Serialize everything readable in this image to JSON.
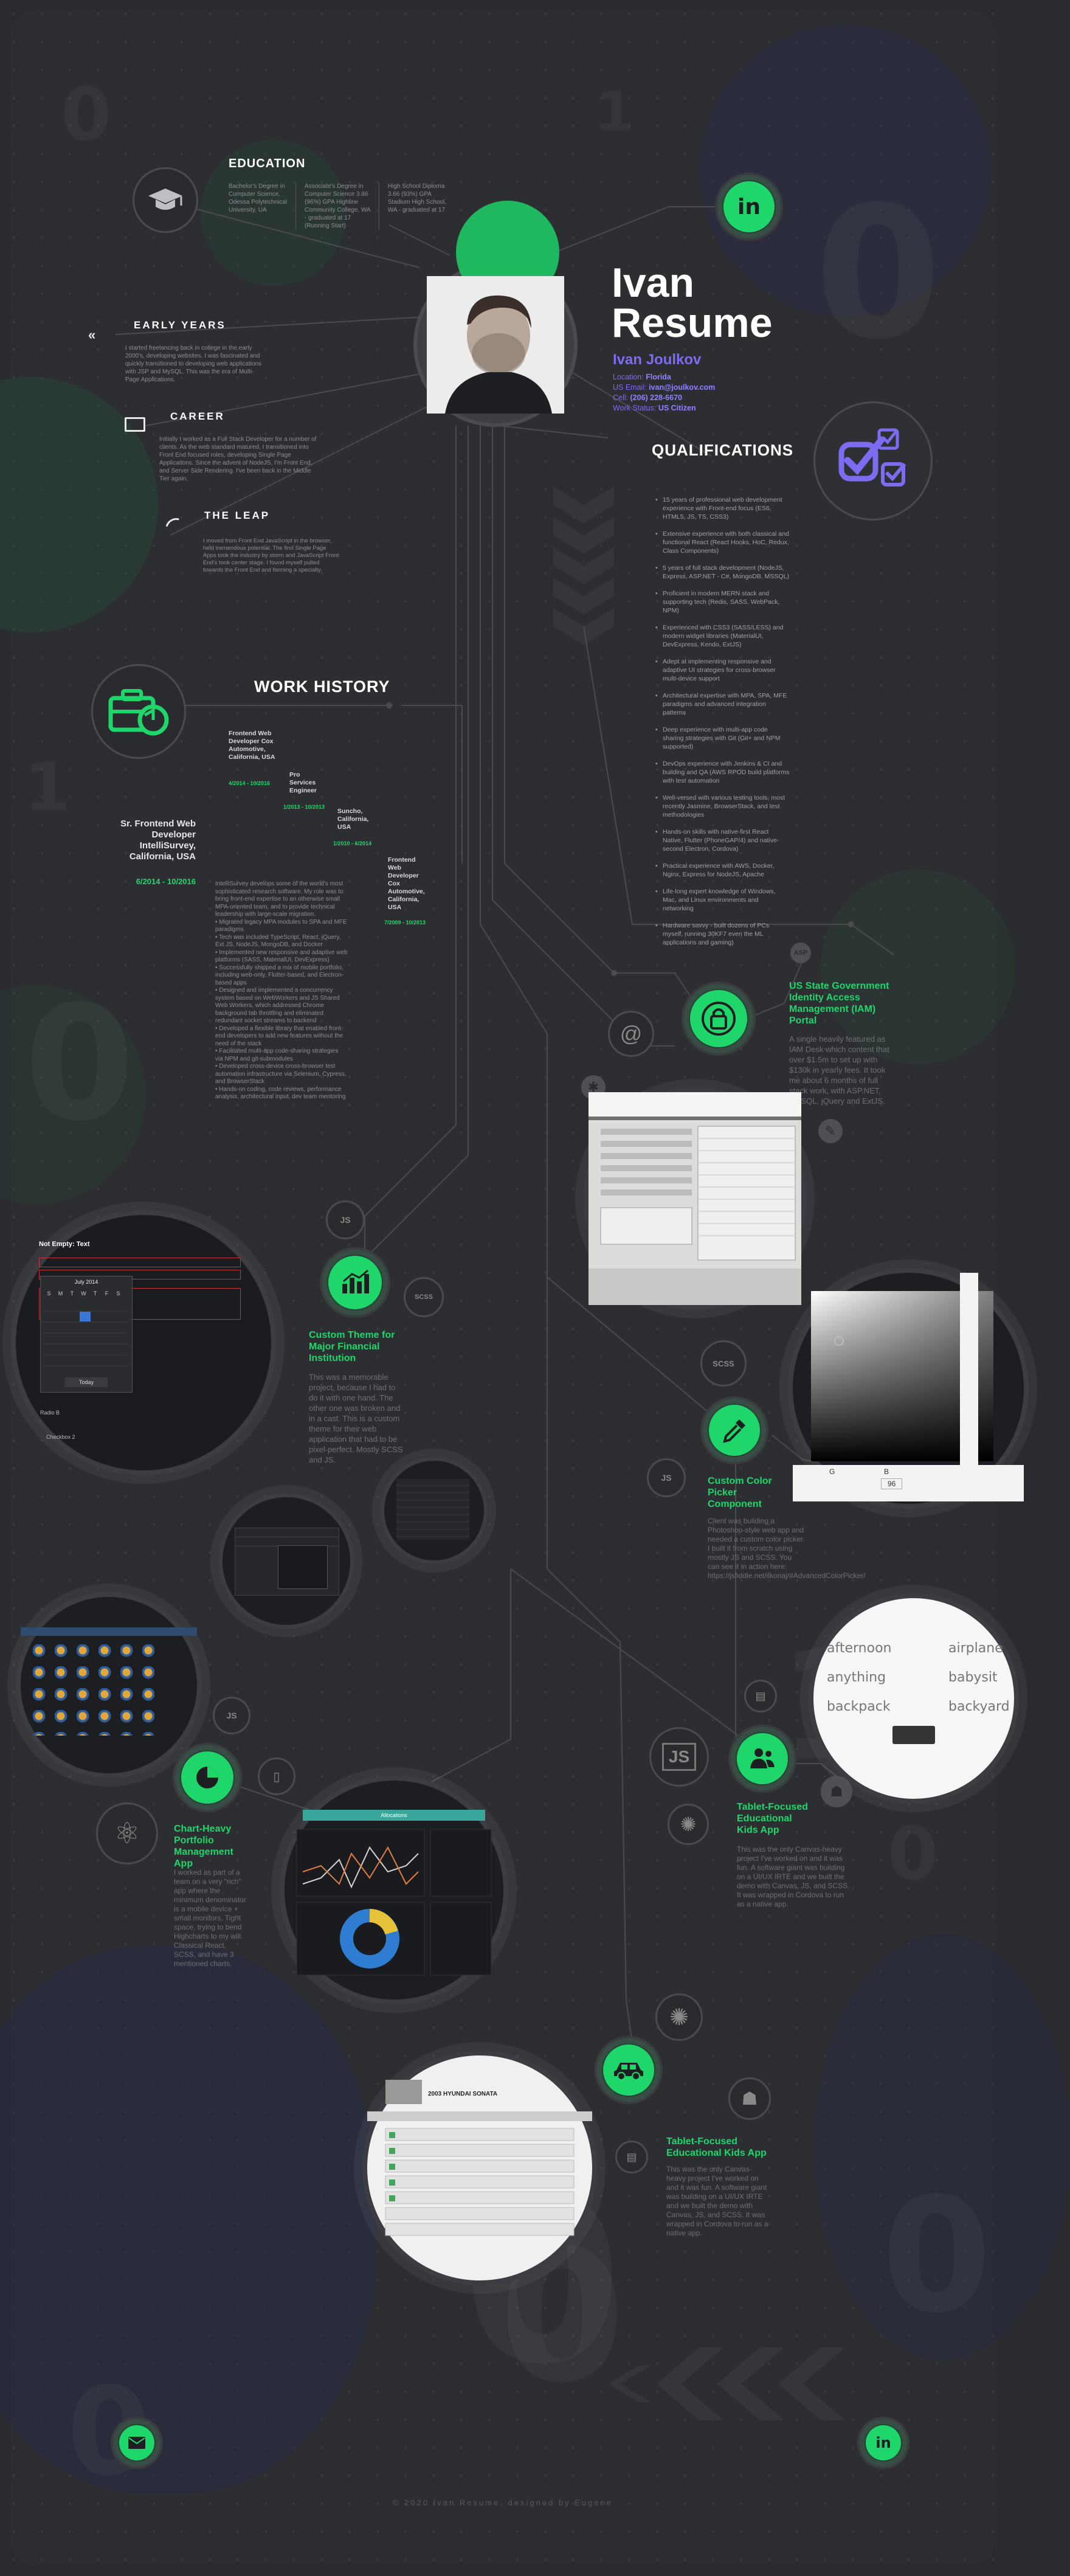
{
  "header": {
    "name_line1": "Ivan",
    "name_line2": "Resume",
    "full_name": "Ivan Joulkov",
    "location_label": "Location:",
    "location_value": "Florida",
    "email_label": "US Email:",
    "email_value": "ivan@joulkov.com",
    "cell_label": "Cell:",
    "cell_value": "(206) 228-6670",
    "work_status_label": "Work Status:",
    "work_status_value": "US Citizen"
  },
  "education": {
    "title": "EDUCATION",
    "items": [
      "Bachelor's Degree in Computer Science, Odessa Polytechnical University, UA",
      "Associate's Degree in Computer Science 3.86 (96%) GPA Highline Community College, WA - graduated at 17 (Running Start)",
      "High School Diploma 3.66 (93%) GPA Stadium High School, WA - graduated at 17"
    ]
  },
  "early_years": {
    "title": "EARLY YEARS",
    "text": "I started freelancing back in college in the early 2000's, developing websites. I was fascinated and quickly transitioned to developing web applications with JSP and MySQL. This was the era of Multi-Page Applications."
  },
  "career": {
    "title": "CAREER",
    "text": "Initially I worked as a Full Stack Developer for a number of clients. As the web standard matured, I transitioned into Front End focused roles, developing Single Page Applications. Since the advent of NodeJS, I'm Front End, and Server Side Rendering. I've been back in the Middle Tier again."
  },
  "the_leap": {
    "title": "THE LEAP",
    "text": "I moved from Front End JavaScript in the browser, held tremendous potential. The first Single Page Apps took the industry by storm and JavaScript Front End's took center stage. I found myself pulled towards the Front End and forming a specialty."
  },
  "work_history": {
    "title": "WORK HISTORY",
    "current_role": "Sr. Frontend Web Developer",
    "current_company": "IntelliSurvey,",
    "current_location": "California, USA",
    "current_dates": "6/2014 - 10/2016",
    "jobs": [
      {
        "title": "Frontend Web Developer Cox Automotive, California, USA",
        "dates": "4/2014 - 10/2016"
      },
      {
        "title": "Pro Services Engineer",
        "dates": "1/2013 - 10/2013"
      },
      {
        "title": "Suncho, California, USA",
        "dates": "1/2010 - 6/2014"
      },
      {
        "title": "Frontend Web Developer Cox Automotive, California, USA",
        "dates": "7/2009 - 10/2013"
      }
    ],
    "details": "IntelliSurvey develops some of the world's most sophisticated research software. My role was to bring front-end expertise to an otherwise small MPA-oriented team, and to provide technical leadership with large-scale migration.\n• Migrated legacy MPA modules to SPA and MFE paradigms\n• Tech was included TypeScript, React, jQuery, Ext JS, NodeJS, MongoDB, and Docker\n• Implemented new responsive and adaptive web platforms (SASS, MaterialUI, DevExpress)\n• Successfully shipped a mix of mobile portfolio, including web-only, Flutter-based, and Electron-based apps\n• Designed and implemented a concurrency system based on WebWorkers and JS Shared Web Workers, which addressed Chrome background tab throttling and eliminated redundant socket streams to backend\n• Developed a flexible library that enabled front-end developers to add new features without the need of the stack\n• Facilitated multi-app code-sharing strategies via NPM and git-submodules\n• Developed cross-device cross-browser test automation infrastructure via Selenium, Cypress, and BrowserStack\n• Hands-on coding, code reviews, performance analysis, architectural input, dev team mentoring"
  },
  "qualifications": {
    "title": "QUALIFICATIONS",
    "items": [
      "15 years of professional web development experience with Front-end focus (ES6, HTML5, JS, TS, CSS3)",
      "Extensive experience with both classical and functional React (React Hooks, HoC, Redux, Class Components)",
      "5 years of full stack development (NodeJS, Express, ASP.NET - C#, MongoDB, MSSQL)",
      "Proficient in modern MERN stack and supporting tech (Redis, SASS, WebPack, NPM)",
      "Experienced with CSS3 (SASS/LESS) and modern widget libraries (MaterialUI, DevExpress, Kendo, ExtJS)",
      "Adept at implementing responsive and adaptive UI strategies for cross-browser multi-device support",
      "Architectural expertise with MPA, SPA, MFE paradigms and advanced integration patterns",
      "Deep experience with multi-app code sharing strategies with Git (Git+ and NPM supported)",
      "DevOps experience with Jenkins & CI and building and QA (AWS RPOD build platforms with test automation",
      "Well-versed with various testing tools, most recently Jasmine, BrowserStack, and test methodologies",
      "Hands-on skills with native-first React Native, Flutter (PhoneGAP/4) and native-second Electron, Cordova)",
      "Practical experience with AWS, Docker, Nginx, Express for NodeJS, Apache",
      "Life-long expert knowledge of Windows, Mac, and Linux environments and networking",
      "Hardware savvy - built dozens of PCs myself, running 30KF7 even the ML applications and gaming)"
    ]
  },
  "projects": [
    {
      "title": "US State Government Identity Access Management (IAM) Portal",
      "desc": "A single heavily featured as IAM Desk which content that over $1.5m to set up with $130k in yearly fees. It took me about 6 months of full stack work, with ASP.NET, MSSQL, jQuery and ExtJS."
    },
    {
      "title": "Custom Theme for Major Financial Institution",
      "desc": "This was a memorable project, because I had to do it with one hand. The other one was broken and in a cast. This is a custom theme for their web application that had to be pixel-perfect. Mostly SCSS and JS."
    },
    {
      "title": "Custom Color Picker Component",
      "desc": "Client was building a Photoshop-style web app and needed a custom color picker. I built it from scratch using mostly JS and SCSS. You can see it in action here: https://jsfiddle.net/ilkonaj/#AdvancedColorPicker/"
    },
    {
      "title": "Chart-Heavy Portfolio Management App",
      "desc": "I worked as part of a team on a very \"rich\" app where the minimum denominator is a mobile device + small monitors. Tight space, trying to bend Highcharts to my will. Classical React, SCSS, and have 3 mentioned charts."
    },
    {
      "title": "Tablet-Focused Educational Kids App",
      "desc": "This was the only Canvas-heavy project I've worked on and it was fun. A software giant was building on a UI/UX IRTE and we built the demo with Canvas, JS, and SCSS. It was wrapped in Cordova to run as a native app."
    },
    {
      "title": "Tablet-Focused Educational Kids App",
      "desc": "This was the only Canvas-heavy project I've worked on and it was fun. A software giant was building on a UI/UX IRTE and we built the demo with Canvas, JS, and SCSS. It was wrapped in Cordova to run as a native app."
    }
  ],
  "screens": {
    "calendar_title": "Not Empty: Text",
    "calendar_month": "July 2014",
    "calendar_days": [
      "S",
      "M",
      "T",
      "W",
      "T",
      "F",
      "S"
    ],
    "calendar_today": "Today",
    "checkbox_1": "Radio B",
    "checkbox_2": "Checkbox 2",
    "color_values": [
      "G",
      "B",
      "96"
    ],
    "words": [
      "afternoon",
      "airplane",
      "anything",
      "babysit",
      "backpack",
      "backyard"
    ],
    "car_title": "2003 HYUNDAI SONATA",
    "portfolio_label": "Allocations"
  },
  "icons": [
    "education-cap-icon",
    "linkedin-icon",
    "email-icon",
    "checklist-icon",
    "briefcase-icon",
    "lock-icon",
    "chart-icon",
    "eyedropper-icon",
    "pie-icon",
    "people-icon",
    "car-icon",
    "js-icon",
    "scss-icon",
    "react-icon"
  ],
  "footer": {
    "text": "© 2020 Ivan Resume, designed by Eugene"
  },
  "colors": {
    "accent": "#1fd66b",
    "purple": "#7b6cf0",
    "background": "#2b2c30"
  }
}
